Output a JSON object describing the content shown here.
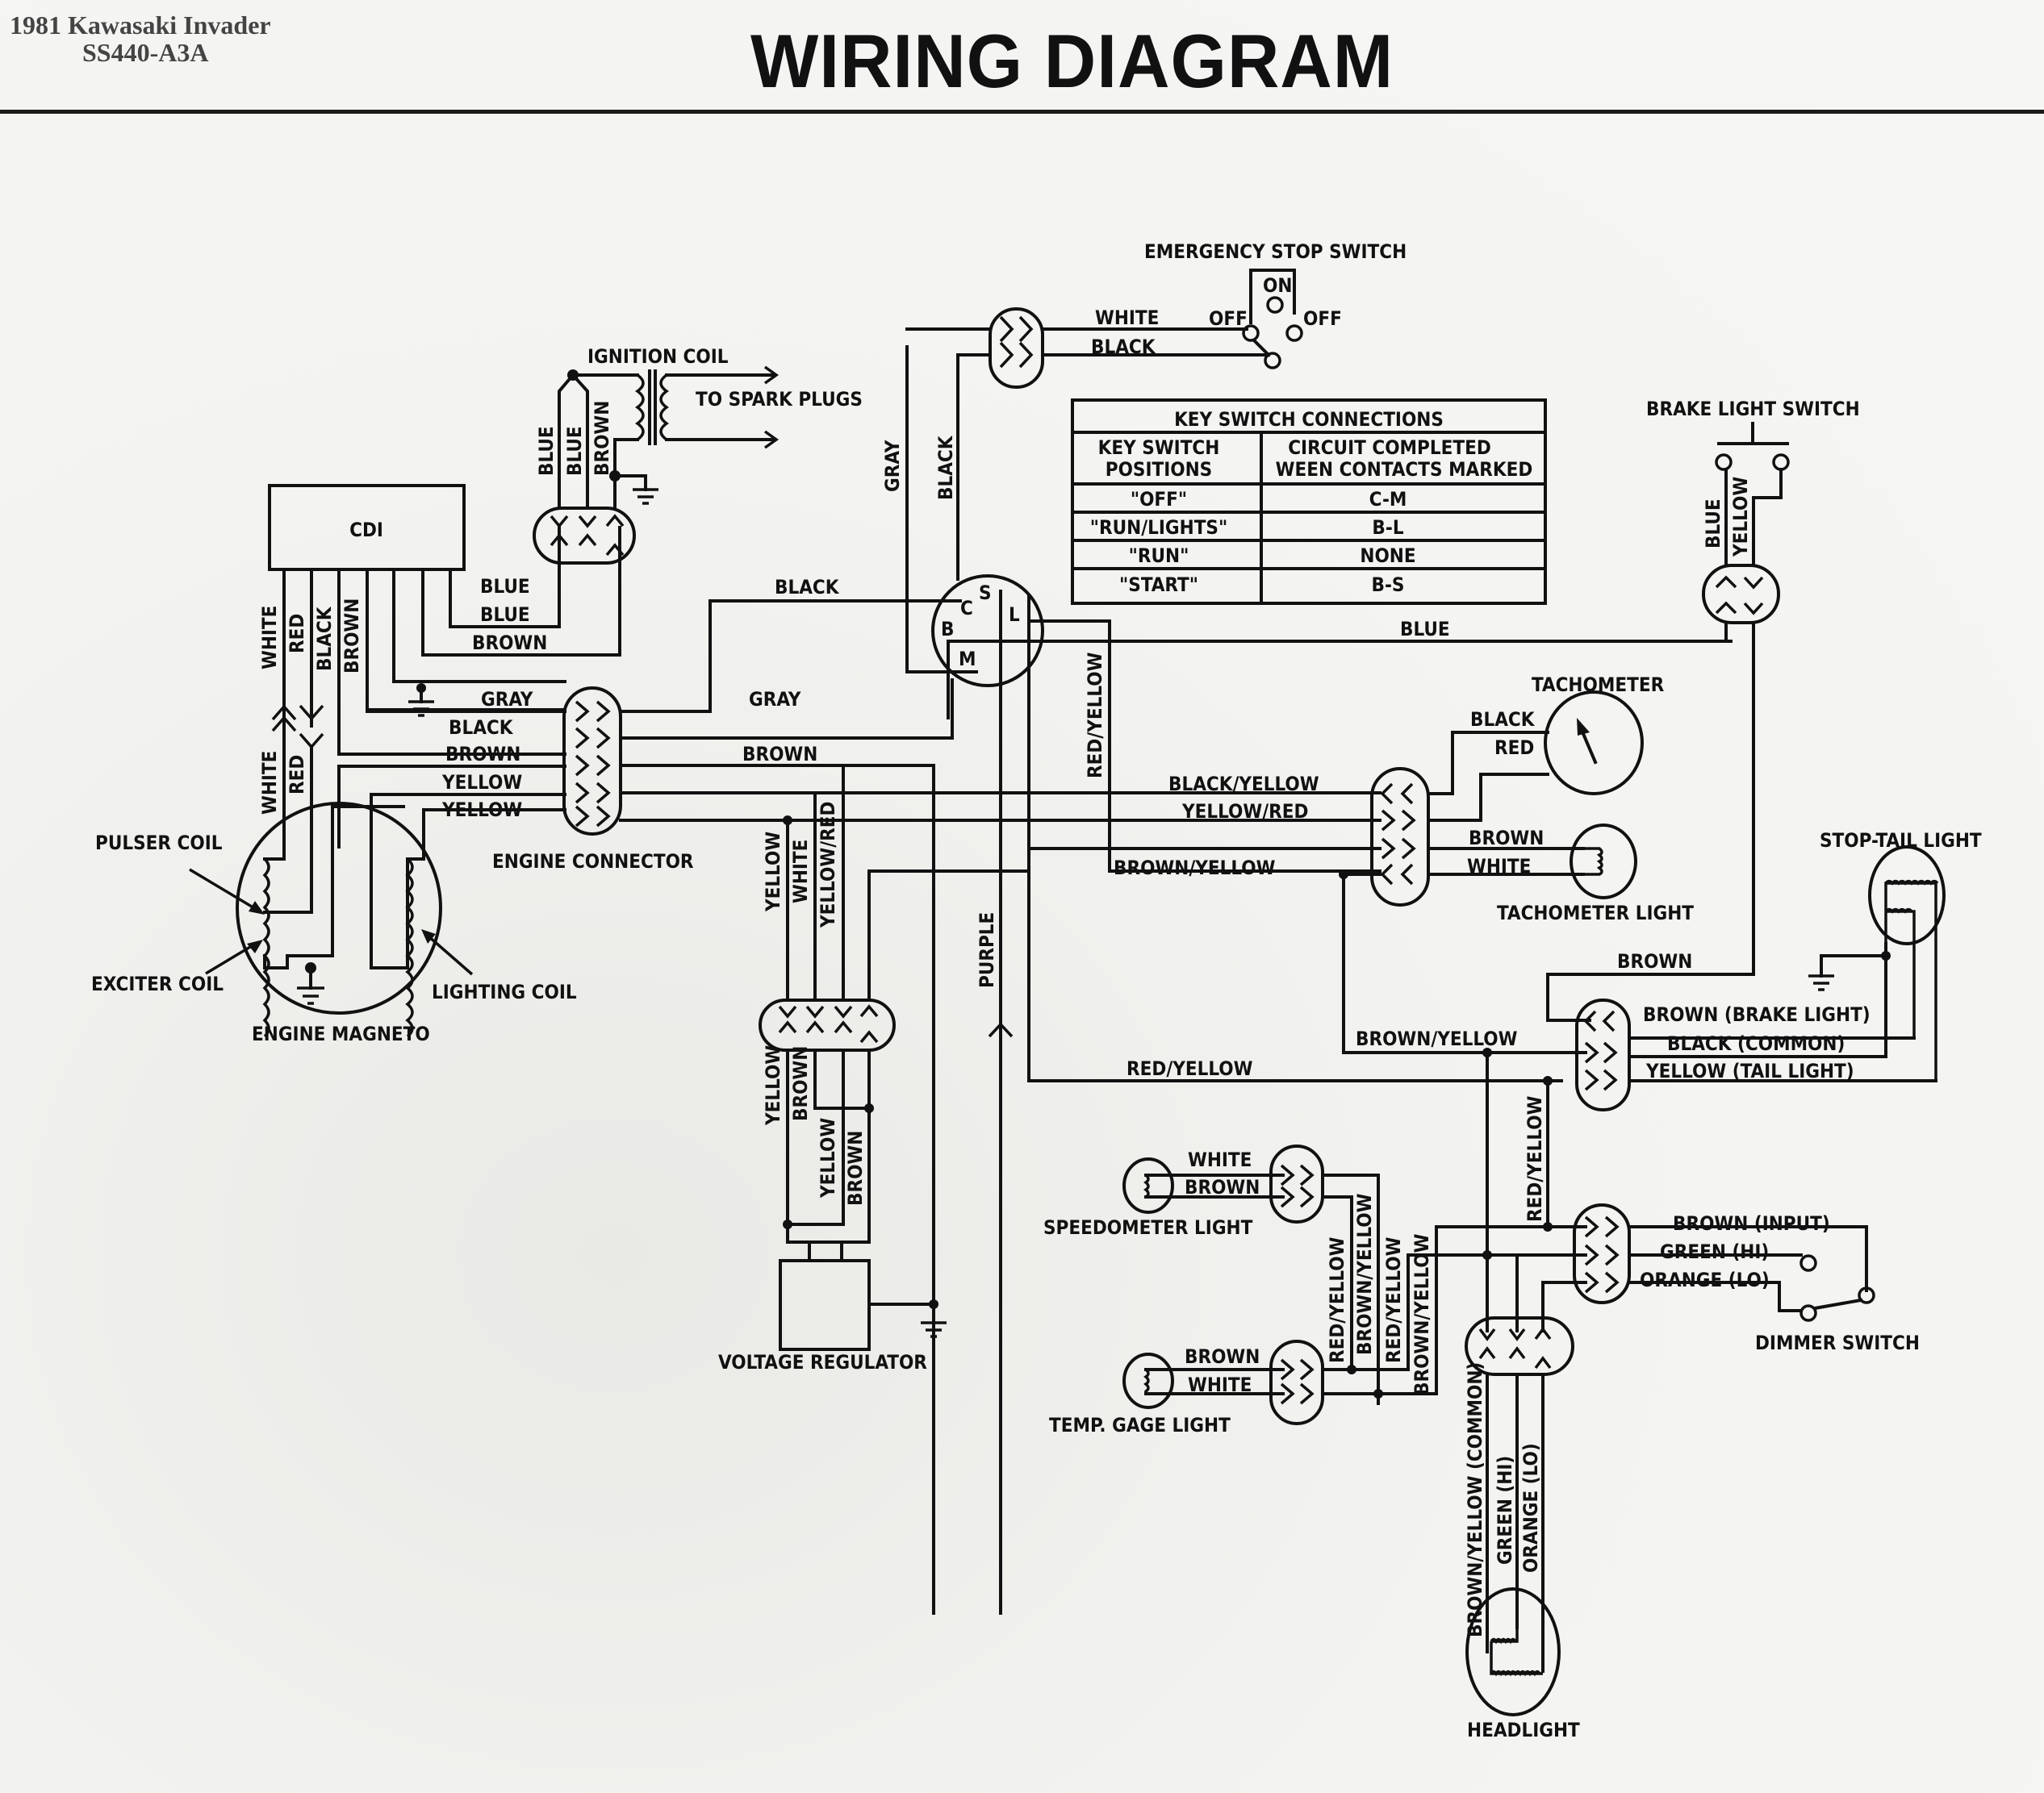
{
  "header": {
    "doc_line1": "1981 Kawasaki Invader",
    "doc_line2": "SS440-A3A",
    "title": "WIRING DIAGRAM"
  },
  "components": {
    "cdi": "CDI",
    "ignition_coil": "IGNITION COIL",
    "to_spark_plugs": "TO SPARK PLUGS",
    "engine_connector": "ENGINE CONNECTOR",
    "engine_magneto": "ENGINE MAGNETO",
    "pulser_coil": "PULSER COIL",
    "exciter_coil": "EXCITER COIL",
    "lighting_coil": "LIGHTING COIL",
    "emergency_stop_switch": "EMERGENCY STOP SWITCH",
    "estop_on": "ON",
    "estop_off": "OFF",
    "brake_light_switch": "BRAKE LIGHT SWITCH",
    "tachometer": "TACHOMETER",
    "tachometer_light": "TACHOMETER LIGHT",
    "stop_tail_light": "STOP-TAIL LIGHT",
    "voltage_regulator": "VOLTAGE REGULATOR",
    "speedometer_light": "SPEEDOMETER LIGHT",
    "temp_gauge_light": "TEMP. GAGE LIGHT",
    "dimmer_switch": "DIMMER SWITCH",
    "headlight": "HEADLIGHT",
    "key_terminals": {
      "s": "S",
      "c": "C",
      "l": "L",
      "b": "B",
      "m": "M"
    }
  },
  "key_switch_table": {
    "title": "KEY SWITCH CONNECTIONS",
    "col1_header_1": "KEY SWITCH",
    "col1_header_2": "POSITIONS",
    "col2_header_1": "CIRCUIT COMPLETED",
    "col2_header_2": "WEEN CONTACTS MARKED",
    "rows": [
      {
        "position": "\"OFF\"",
        "contacts": "C-M"
      },
      {
        "position": "\"RUN/LIGHTS\"",
        "contacts": "B-L"
      },
      {
        "position": "\"RUN\"",
        "contacts": "NONE"
      },
      {
        "position": "\"START\"",
        "contacts": "B-S"
      }
    ]
  },
  "wire_labels": {
    "cdi_white": "WHITE",
    "cdi_red": "RED",
    "cdi_black": "BLACK",
    "cdi_brown": "BROWN",
    "mag_white": "WHITE",
    "mag_red": "RED",
    "cdi_blue1": "BLUE",
    "cdi_blue2": "BLUE",
    "cdi_brown_h": "BROWN",
    "coil_blue1": "BLUE",
    "coil_blue2": "BLUE",
    "coil_brown": "BROWN",
    "ec_gray": "GRAY",
    "ec_black": "BLACK",
    "ec_brown": "BROWN",
    "ec_yellow1": "YELLOW",
    "ec_yellow2": "YELLOW",
    "ks_black": "BLACK",
    "ks_gray": "GRAY",
    "ks_brown": "BROWN",
    "v_gray": "GRAY",
    "v_black": "BLACK",
    "es_white": "WHITE",
    "es_black": "BLACK",
    "blue_main": "BLUE",
    "red_yellow_v": "RED/YELLOW",
    "black_yellow": "BLACK/YELLOW",
    "yellow_red": "YELLOW/RED",
    "brown_yellow": "BROWN/YELLOW",
    "tach_black": "BLACK",
    "tach_red": "RED",
    "tl_brown": "BROWN",
    "tl_white": "WHITE",
    "bs_blue": "BLUE",
    "bs_yellow": "YELLOW",
    "rear_brown": "BROWN",
    "rear_brake": "BROWN (BRAKE LIGHT)",
    "rear_common": "BLACK (COMMON)",
    "rear_tail": "YELLOW (TAIL LIGHT)",
    "brown_yellow2": "BROWN/YELLOW",
    "red_yellow_h": "RED/YELLOW",
    "purple": "PURPLE",
    "vr_yellow": "YELLOW",
    "vr_white": "WHITE",
    "vr_yellow_red": "YELLOW/RED",
    "vr_yellow2": "YELLOW",
    "vr_brown": "BROWN",
    "vr_yellow3": "YELLOW",
    "vr_brown2": "BROWN",
    "sp_white": "WHITE",
    "sp_brown": "BROWN",
    "tg_brown": "BROWN",
    "tg_white": "WHITE",
    "ry1": "RED/YELLOW",
    "by1": "BROWN/YELLOW",
    "ry2": "RED/YELLOW",
    "by2": "BROWN/YELLOW",
    "ry3": "RED/YELLOW",
    "dim_input": "BROWN (INPUT)",
    "dim_hi": "GREEN (HI)",
    "dim_lo": "ORANGE (LO)",
    "hl_common": "BROWN/YELLOW (COMMON)",
    "hl_hi": "GREEN (HI)",
    "hl_lo": "ORANGE (LO)"
  }
}
